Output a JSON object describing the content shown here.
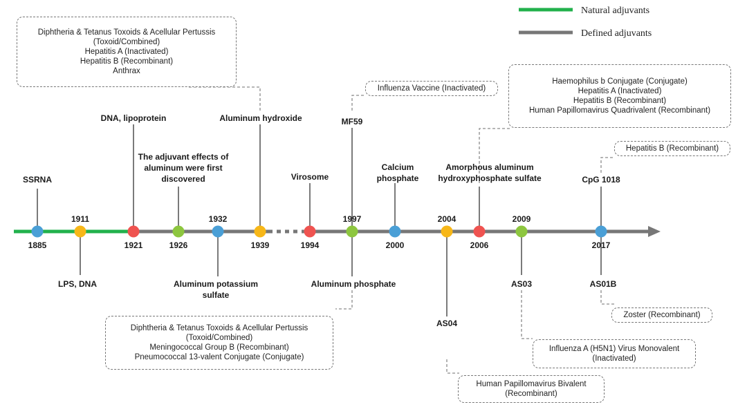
{
  "legend": [
    {
      "label": "Natural adjuvants",
      "color": "#22b14c"
    },
    {
      "label": "Defined adjuvants",
      "color": "#777777"
    }
  ],
  "colors": {
    "blue": "#4a9fd6",
    "yellow": "#f7b718",
    "red": "#ef5350",
    "green": "#8dc63f",
    "axis": "#777777",
    "natural_line": "#22b14c"
  },
  "years": [
    {
      "id": "1885",
      "label": "1885",
      "color": "blue"
    },
    {
      "id": "1911",
      "label": "1911",
      "color": "yellow"
    },
    {
      "id": "1921",
      "label": "1921",
      "color": "red"
    },
    {
      "id": "1926",
      "label": "1926",
      "color": "green"
    },
    {
      "id": "1932",
      "label": "1932",
      "color": "blue"
    },
    {
      "id": "1939",
      "label": "1939",
      "color": "yellow"
    },
    {
      "id": "1994",
      "label": "1994",
      "color": "red"
    },
    {
      "id": "1997",
      "label": "1997",
      "color": "green"
    },
    {
      "id": "2000",
      "label": "2000",
      "color": "blue"
    },
    {
      "id": "2004",
      "label": "2004",
      "color": "yellow"
    },
    {
      "id": "2006",
      "label": "2006",
      "color": "red"
    },
    {
      "id": "2009",
      "label": "2009",
      "color": "green"
    },
    {
      "id": "2017",
      "label": "2017",
      "color": "blue"
    }
  ],
  "adjuvants": {
    "ssrna": [
      "SSRNA"
    ],
    "lps_dna": [
      "LPS, DNA"
    ],
    "dna_lipoprotein": [
      "DNA, lipoprotein"
    ],
    "aluminum_first": [
      "The adjuvant effects of",
      "aluminum were first",
      "discovered"
    ],
    "aluminum_potassium_sulfate": [
      "Aluminum potassium",
      "sulfate"
    ],
    "aluminum_hydroxide": [
      "Aluminum hydroxide"
    ],
    "virosome": [
      "Virosome"
    ],
    "mf59": [
      "MF59"
    ],
    "aluminum_phosphate": [
      "Aluminum phosphate"
    ],
    "calcium_phosphate": [
      "Calcium",
      "phosphate"
    ],
    "as04": [
      "AS04"
    ],
    "amorphous": [
      "Amorphous aluminum",
      "hydroxyphosphate sulfate"
    ],
    "as03": [
      "AS03"
    ],
    "cpg1018": [
      "CpG 1018"
    ],
    "as01b": [
      "AS01B"
    ]
  },
  "vaccine_boxes": {
    "aluminum_hydroxide": [
      "Diphtheria & Tetanus Toxoids & Acellular Pertussis",
      "(Toxoid/Combined)",
      "Hepatitis A (Inactivated)",
      "Hepatitis B (Recombinant)",
      "Anthrax"
    ],
    "mf59": [
      "Influenza Vaccine (Inactivated)"
    ],
    "amorphous": [
      "Haemophilus b Conjugate (Conjugate)",
      "Hepatitis A (Inactivated)",
      "Hepatitis B (Recombinant)",
      "Human Papillomavirus Quadrivalent (Recombinant)"
    ],
    "cpg1018": [
      "Hepatitis B (Recombinant)"
    ],
    "aluminum_phosphate": [
      "Diphtheria & Tetanus Toxoids & Acellular Pertussis",
      "(Toxoid/Combined)",
      "Meningococcal Group B (Recombinant)",
      "Pneumococcal 13-valent Conjugate (Conjugate)"
    ],
    "as01b": [
      "Zoster (Recombinant)"
    ],
    "as03": [
      "Influenza A (H5N1) Virus Monovalent",
      "(Inactivated)"
    ],
    "as04": [
      "Human Papillomavirus Bivalent",
      "(Recombinant)"
    ]
  }
}
